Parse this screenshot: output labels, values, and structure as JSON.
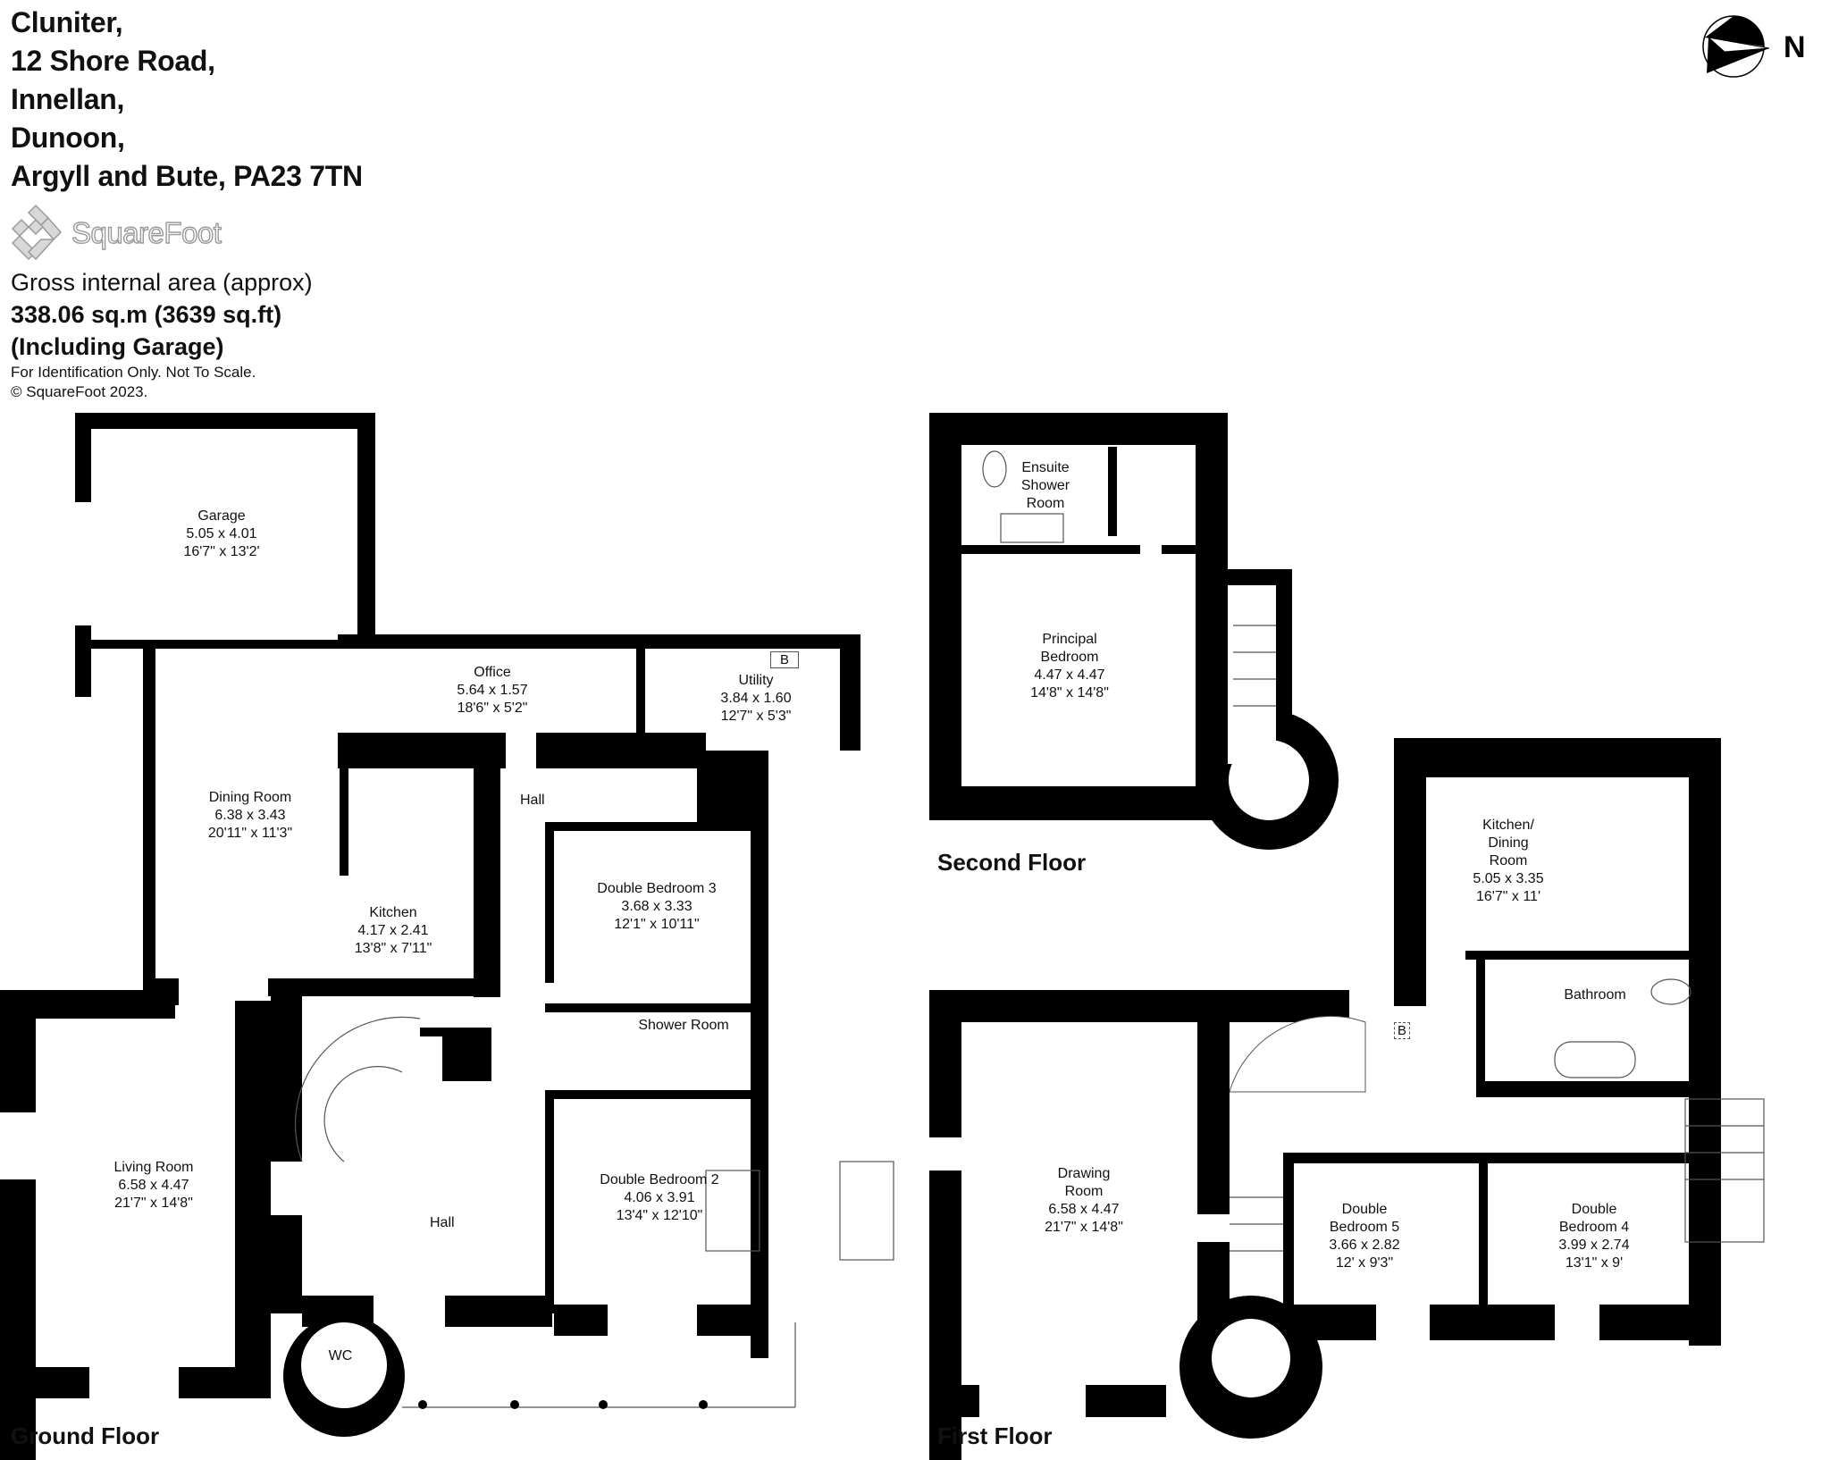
{
  "header": {
    "address_lines": [
      "Cluniter,",
      "12 Shore Road,",
      "Innellan,",
      "Dunoon,",
      "Argyll and Bute, PA23 7TN"
    ],
    "brand": "SquareFoot",
    "area_label": "Gross internal area (approx)",
    "area_value": "338.06 sq.m (3639 sq.ft)",
    "area_note": "(Including Garage)",
    "disclaimer": "For Identification Only. Not To Scale.",
    "copyright": "© SquareFoot 2023."
  },
  "compass": {
    "icon": "north-arrow-icon",
    "label": "N"
  },
  "floors": {
    "ground": {
      "label": "Ground Floor",
      "rooms": [
        {
          "name": "Garage",
          "metric": "5.05 x 4.01",
          "imperial": "16'7\" x 13'2'"
        },
        {
          "name": "Office",
          "metric": "5.64 x 1.57",
          "imperial": "18'6\" x 5'2\""
        },
        {
          "name": "Utility",
          "metric": "3.84 x 1.60",
          "imperial": "12'7\" x 5'3\""
        },
        {
          "name": "Dining Room",
          "metric": "6.38 x 3.43",
          "imperial": "20'11\" x 11'3\""
        },
        {
          "name": "Kitchen",
          "metric": "4.17 x 2.41",
          "imperial": "13'8\" x 7'11\""
        },
        {
          "name": "Double Bedroom 3",
          "metric": "3.68 x 3.33",
          "imperial": "12'1\" x 10'11\""
        },
        {
          "name": "Shower Room",
          "metric": "",
          "imperial": ""
        },
        {
          "name": "Living Room",
          "metric": "6.58 x 4.47",
          "imperial": "21'7\" x 14'8\""
        },
        {
          "name": "Double Bedroom 2",
          "metric": "4.06 x 3.91",
          "imperial": "13'4\" x 12'10\""
        },
        {
          "name": "WC",
          "metric": "",
          "imperial": ""
        }
      ],
      "halls": [
        "Hall",
        "Hall"
      ],
      "boiler_label": "B"
    },
    "first": {
      "label": "First Floor",
      "rooms": [
        {
          "name": "Kitchen/ Dining Room",
          "metric": "5.05 x 3.35",
          "imperial": "16'7\" x 11'"
        },
        {
          "name": "Bathroom",
          "metric": "",
          "imperial": ""
        },
        {
          "name": "Drawing Room",
          "metric": "6.58 x 4.47",
          "imperial": "21'7\" x 14'8\""
        },
        {
          "name": "Double Bedroom 5",
          "metric": "3.66 x 2.82",
          "imperial": "12' x 9'3\""
        },
        {
          "name": "Double Bedroom 4",
          "metric": "3.99 x 2.74",
          "imperial": "13'1\" x 9'"
        }
      ],
      "boiler_label": "B"
    },
    "second": {
      "label": "Second Floor",
      "rooms": [
        {
          "name": "Ensuite Shower Room",
          "metric": "",
          "imperial": ""
        },
        {
          "name": "Principal Bedroom",
          "metric": "4.47 x 4.47",
          "imperial": "14'8\" x 14'8\""
        }
      ]
    }
  },
  "colors": {
    "wall": "#000000",
    "line": "#555555",
    "background": "#ffffff",
    "logo": "#9a9a9a"
  }
}
